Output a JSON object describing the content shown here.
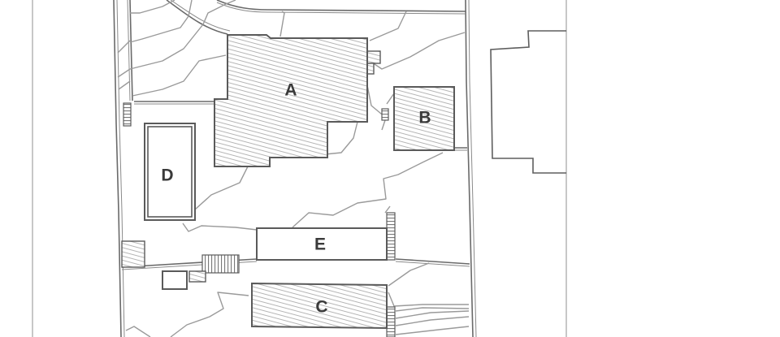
{
  "diagram": {
    "type": "site-plan",
    "buildings": [
      {
        "id": "A",
        "label": "A",
        "fill": "hatched"
      },
      {
        "id": "B",
        "label": "B",
        "fill": "hatched"
      },
      {
        "id": "C",
        "label": "C",
        "fill": "hatched"
      },
      {
        "id": "D",
        "label": "D",
        "fill": "outline-double"
      },
      {
        "id": "E",
        "label": "E",
        "fill": "outline"
      }
    ],
    "colors": {
      "background": "#ffffff",
      "building_stroke": "#5a5a5a",
      "hatch": "#b5b5b5",
      "contour": "#9a9a9a",
      "label": "#3a3a3a",
      "outer_boundary": "#b9b9b9"
    }
  }
}
